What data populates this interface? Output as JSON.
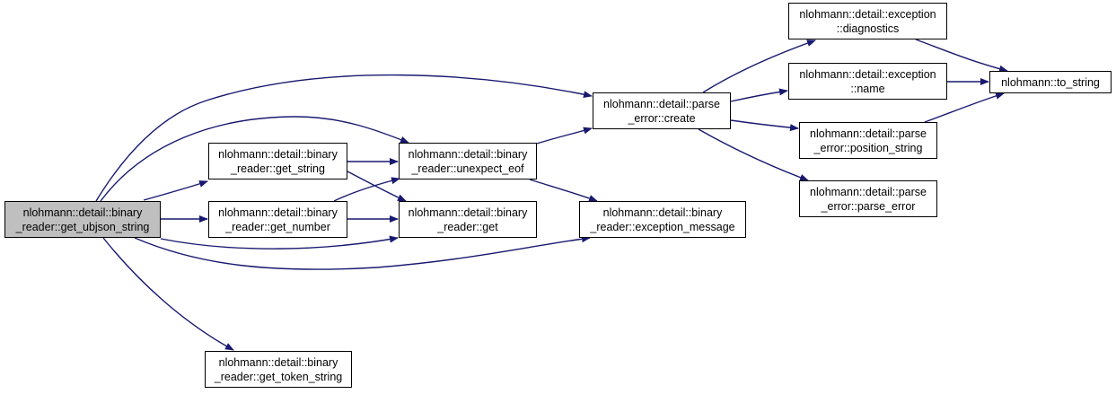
{
  "graph": {
    "edge_color": "#191970",
    "root_fill": "#bfbfbf",
    "nodes": {
      "get_ubjson_string": {
        "line1": "nlohmann::detail::binary",
        "line2": "_reader::get_ubjson_string"
      },
      "get_string": {
        "line1": "nlohmann::detail::binary",
        "line2": "_reader::get_string"
      },
      "get_number": {
        "line1": "nlohmann::detail::binary",
        "line2": "_reader::get_number"
      },
      "unexpect_eof": {
        "line1": "nlohmann::detail::binary",
        "line2": "_reader::unexpect_eof"
      },
      "get": {
        "line1": "nlohmann::detail::binary",
        "line2": "_reader::get"
      },
      "get_token_string": {
        "line1": "nlohmann::detail::binary",
        "line2": "_reader::get_token_string"
      },
      "parse_error_create": {
        "line1": "nlohmann::detail::parse",
        "line2": "_error::create"
      },
      "exception_message": {
        "line1": "nlohmann::detail::binary",
        "line2": "_reader::exception_message"
      },
      "diagnostics": {
        "line1": "nlohmann::detail::exception",
        "line2": "::diagnostics"
      },
      "name": {
        "line1": "nlohmann::detail::exception",
        "line2": "::name"
      },
      "position_string": {
        "line1": "nlohmann::detail::parse",
        "line2": "_error::position_string"
      },
      "parse_error": {
        "line1": "nlohmann::detail::parse",
        "line2": "_error::parse_error"
      },
      "to_string": {
        "line1": "nlohmann::to_string",
        "line2": ""
      }
    },
    "edges": [
      [
        "get_ubjson_string",
        "get_string"
      ],
      [
        "get_ubjson_string",
        "get_number"
      ],
      [
        "get_ubjson_string",
        "unexpect_eof"
      ],
      [
        "get_ubjson_string",
        "get"
      ],
      [
        "get_ubjson_string",
        "get_token_string"
      ],
      [
        "get_ubjson_string",
        "parse_error_create"
      ],
      [
        "get_ubjson_string",
        "exception_message"
      ],
      [
        "get_string",
        "unexpect_eof"
      ],
      [
        "get_string",
        "get"
      ],
      [
        "get_number",
        "unexpect_eof"
      ],
      [
        "get_number",
        "get"
      ],
      [
        "unexpect_eof",
        "parse_error_create"
      ],
      [
        "unexpect_eof",
        "exception_message"
      ],
      [
        "parse_error_create",
        "diagnostics"
      ],
      [
        "parse_error_create",
        "name"
      ],
      [
        "parse_error_create",
        "position_string"
      ],
      [
        "parse_error_create",
        "parse_error"
      ],
      [
        "diagnostics",
        "to_string"
      ],
      [
        "name",
        "to_string"
      ],
      [
        "position_string",
        "to_string"
      ]
    ]
  }
}
